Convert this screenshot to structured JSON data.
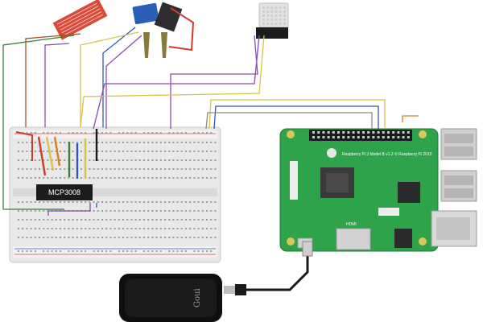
{
  "diagram": {
    "adc_chip_label": "MCP3008",
    "power_bank_brand": "Goui",
    "pi_connector_label": "HDMI",
    "pi_board_text": "Raspberry Pi 3 Model B v1.2 © Raspberry Pi 2015"
  },
  "colors": {
    "breadboard": "#e6e6e6",
    "pi_board": "#2fa34a",
    "wire_green": "#3c7d3c",
    "wire_brown": "#a0522d",
    "wire_purple": "#8a4bb0",
    "wire_yellow": "#d9c24a",
    "wire_blue": "#2f56b8",
    "wire_gray": "#8a8a8a",
    "wire_red": "#d43a2a",
    "wire_orange": "#e07a1c"
  },
  "icons": [
    "water-sensor-icon",
    "soil-moisture-sensor-icon",
    "dht-sensor-icon",
    "raspberry-pi-icon",
    "power-bank-icon",
    "usb-cable-icon"
  ]
}
